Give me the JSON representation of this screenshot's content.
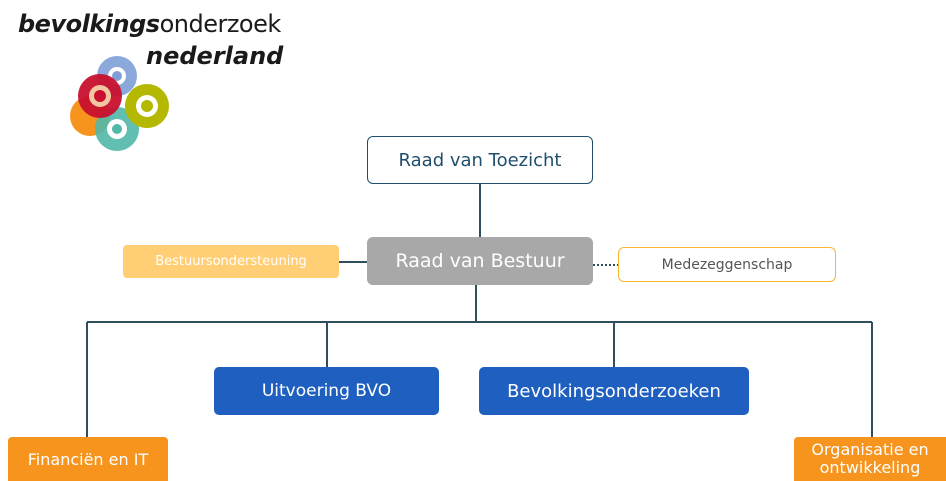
{
  "logo": {
    "line1_bold": "bevolkings",
    "line1_regular": "onderzoek",
    "line2": "nederland"
  },
  "org_chart": {
    "top": "Raad van Toezicht",
    "board": "Raad van Bestuur",
    "support": "Bestuursondersteuning",
    "participation": "Medezeggenschap",
    "departments": {
      "finance": "Financiën en IT",
      "execution": "Uitvoering BVO",
      "screenings": "Bevolkingsonderzoeken",
      "organisation_line1": "Organisatie en",
      "organisation_line2": "ontwikkeling"
    }
  },
  "colors": {
    "navy": "#1f4e6e",
    "grey_board": "#a8a8a8",
    "light_orange": "#ffce75",
    "orange": "#f7941d",
    "blue": "#1f5fbf",
    "line": "#2f4f5f"
  }
}
